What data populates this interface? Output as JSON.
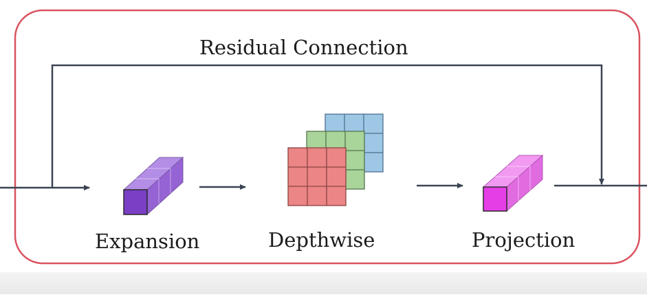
{
  "diagram": {
    "title": "Residual Connection",
    "stages": [
      {
        "label": "Expansion"
      },
      {
        "label": "Depthwise"
      },
      {
        "label": "Projection"
      }
    ],
    "colors": {
      "frame": "#d9535f",
      "line": "#3a4452",
      "expansion_front": "#7a3fc4",
      "expansion_top": "#b48de6",
      "expansion_side": "#9563d3",
      "projection_front": "#e63ee6",
      "projection_top": "#f29af2",
      "projection_side": "#e06ce0",
      "grid_red": "#ec8585",
      "grid_green": "#a9d49a",
      "grid_blue": "#9ec7e6"
    }
  }
}
